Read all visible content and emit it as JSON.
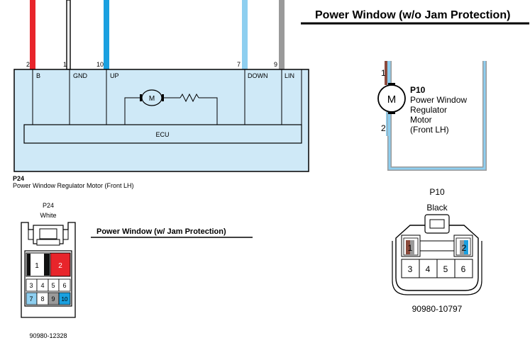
{
  "titles": {
    "no_jam": "Power Window (w/o Jam Protection)",
    "jam": "Power Window (w/ Jam Protection)"
  },
  "p24": {
    "code": "P24",
    "name": "Power Window Regulator Motor (Front LH)",
    "ecu_label": "ECU",
    "motor_symbol": "M",
    "terminals": [
      {
        "pin": "2",
        "label": "B"
      },
      {
        "pin": "1",
        "label": "GND"
      },
      {
        "pin": "10",
        "label": "UP"
      },
      {
        "pin": "7",
        "label": "DOWN"
      },
      {
        "pin": "9",
        "label": "LIN"
      }
    ],
    "connector": {
      "code": "P24",
      "color": "White",
      "part_number": "90980-12328",
      "row1": [
        "1",
        "2"
      ],
      "row2": [
        "3",
        "4",
        "5",
        "6"
      ],
      "row3": [
        "7",
        "8",
        "9",
        "10"
      ]
    }
  },
  "p10": {
    "code": "P10",
    "name_lines": [
      "Power Window",
      "Regulator",
      "Motor",
      "(Front LH)"
    ],
    "motor_symbol": "M",
    "pins": [
      "1",
      "2"
    ],
    "connector": {
      "code": "P10",
      "color": "Black",
      "part_number": "90980-10797",
      "row1": [
        "1",
        "2"
      ],
      "row2": [
        "3",
        "4",
        "5",
        "6"
      ]
    }
  },
  "colors": {
    "wire_red": "#e8252b",
    "wire_black": "#111111",
    "wire_blue": "#1aa0e0",
    "wire_light_blue": "#8ecff0",
    "wire_gray": "#9a9a9a",
    "wire_brown": "#8b4a3c",
    "box_fill": "#cfe9f7"
  }
}
